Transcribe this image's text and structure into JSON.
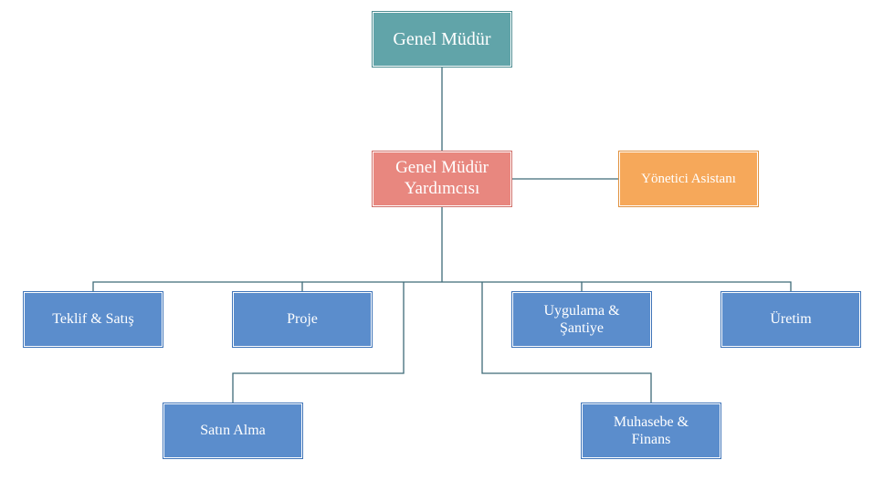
{
  "org_chart": {
    "general_manager": "Genel Müdür",
    "deputy_general_manager": "Genel Müdür\nYardımcısı",
    "executive_assistant": "Yönetici Asistanı",
    "departments": {
      "offer_sales": "Teklif & Satış",
      "project": "Proje",
      "application_site": "Uygulama &\nŞantiye",
      "production": "Üretim",
      "purchasing": "Satın Alma",
      "accounting_finance": "Muhasebe &\nFinans"
    },
    "colors": {
      "top": "#61a4a9",
      "deputy": "#e8877f",
      "assistant": "#f6a85a",
      "department": "#5b8dcc",
      "connector": "#3f6b78"
    }
  }
}
